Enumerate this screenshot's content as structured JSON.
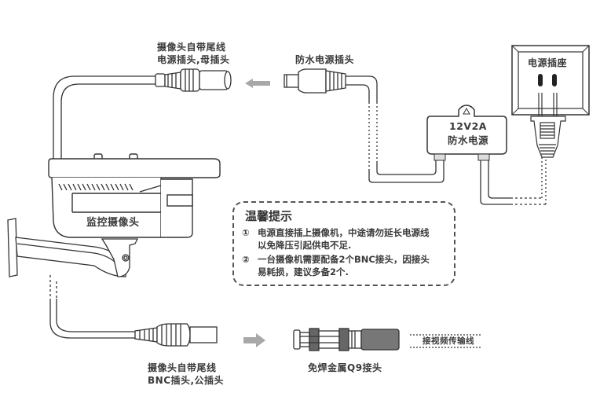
{
  "labels": {
    "camera_power_tail": {
      "line1": "摄像头自带尾线",
      "line2": "电源插头,母插头"
    },
    "waterproof_power_plug": "防水电源插头",
    "power_socket": "电源插座",
    "power_adapter": {
      "line1": "12V2A",
      "line2": "防水电源"
    },
    "camera_body": "监控摄像头",
    "camera_bnc_tail": {
      "line1": "摄像头自带尾线",
      "line2": "BNC插头,公插头"
    },
    "q9_connector": "免焊金属Q9接头",
    "video_cable": "接视频传输线"
  },
  "tips": {
    "title": "温馨提示",
    "items": [
      {
        "num": "①",
        "line1": "电源直接插上摄像机，中途请勿延长电源线",
        "line2": "以免降压引起供电不足."
      },
      {
        "num": "②",
        "line1": "一台摄像机需要配备2个BNC接头，因接头",
        "line2": "易耗损，建议多备2个."
      }
    ]
  },
  "icons": {
    "arrow_left": "arrow-left",
    "arrow_right": "arrow-right"
  },
  "colors": {
    "line": "#333333",
    "arrow": "#a8a8a8",
    "background": "#ffffff"
  }
}
